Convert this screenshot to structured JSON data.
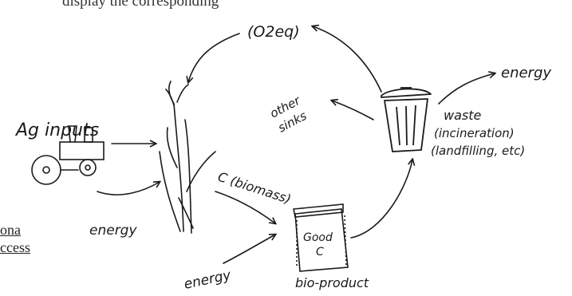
{
  "caption_fragment": "display the corresponding",
  "side_text": [
    "ona",
    "ccess"
  ],
  "labels": {
    "co2": "(O2eq)",
    "ag_inputs": "Ag inputs",
    "energy_left": "energy",
    "energy_bottom": "energy",
    "energy_right": "energy",
    "biomass": "C (biomass)",
    "other_sinks": [
      "other",
      "sinks"
    ],
    "waste": [
      "waste",
      "(incineration)",
      "(landfilling, etc)"
    ],
    "bag": [
      "Good",
      "C"
    ],
    "bio_product": "bio-product"
  },
  "colors": {
    "ink": "#1a1a1a",
    "background": "#ffffff"
  }
}
